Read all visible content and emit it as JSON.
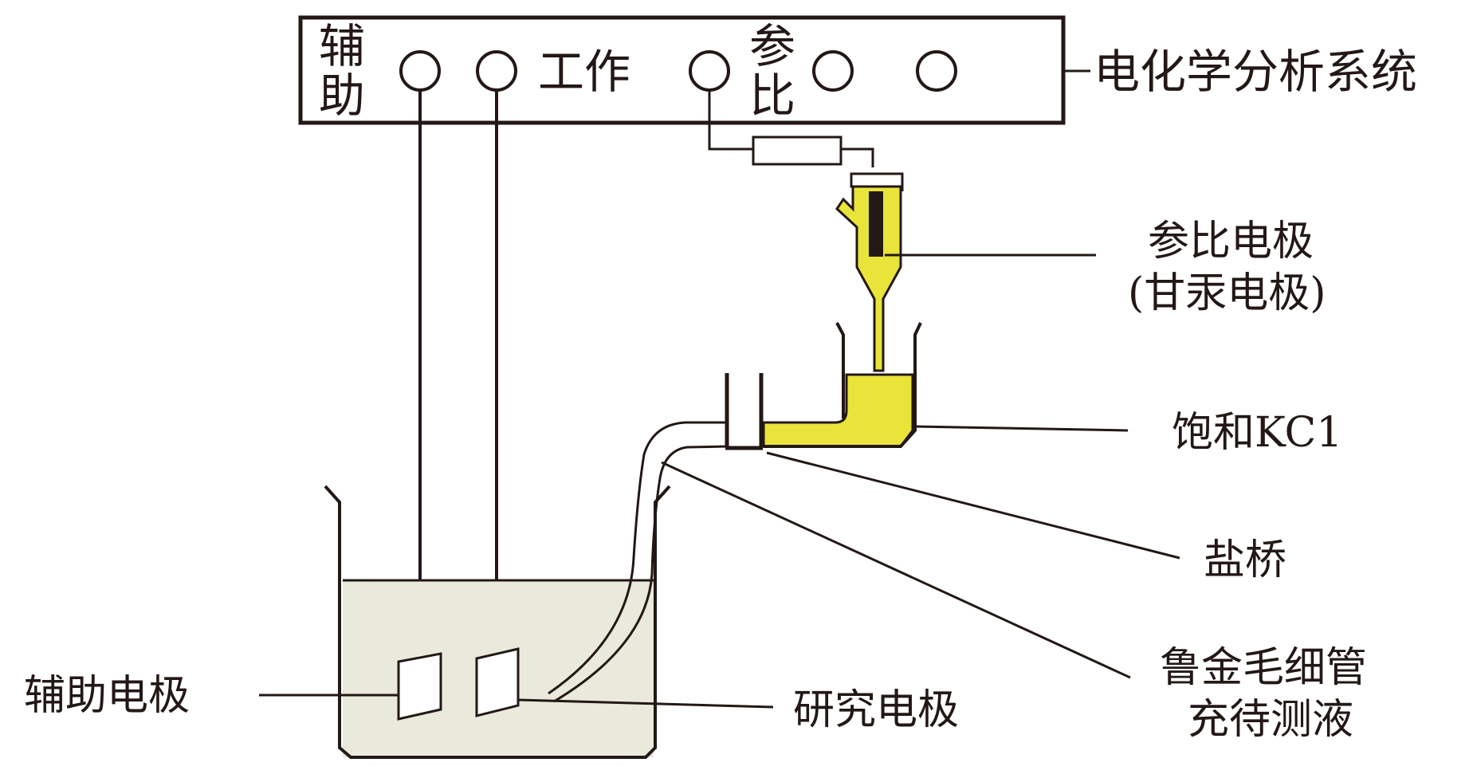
{
  "system": {
    "name": "电化学分析系统",
    "auxiliary_terminal": [
      "辅",
      "助"
    ],
    "working_terminal": "工作",
    "reference_terminal": [
      "参",
      "比"
    ]
  },
  "labels": {
    "reference_electrode_line1": "参比电极",
    "reference_electrode_line2": "(甘汞电极)",
    "saturated_kcl": "饱和KC1",
    "salt_bridge": "盐桥",
    "luggin_line1": "鲁金毛细管",
    "luggin_line2": "充待测液",
    "auxiliary_electrode": "辅助电极",
    "working_electrode": "研究电极"
  },
  "colors": {
    "ink": "#231815",
    "electrolyte_yellow": "#e8e43a",
    "solution_fill": "#e9eadb"
  }
}
